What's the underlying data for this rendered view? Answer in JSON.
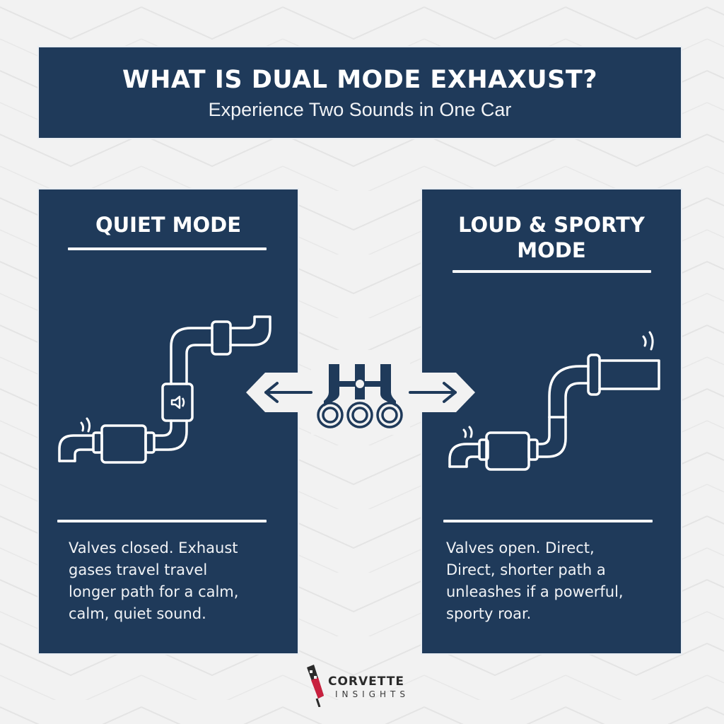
{
  "header": {
    "title": "WHAT IS DUAL MODE EXHAXUST?",
    "subtitle": "Experience Two Sounds in One Car"
  },
  "panels": [
    {
      "id": "quiet",
      "title": "QUIET MODE",
      "description": "Valves closed. Exhaust\ngases travel travel\nlonger path for a calm,\ncalm, quiet sound.",
      "icons": [
        "exhaust-pipe-icon",
        "muffler-icon",
        "speaker-icon",
        "sound-waves-icon"
      ]
    },
    {
      "id": "loud",
      "title": "LOUD & SPORTY\nMODE",
      "title_line1": "LOUD & SPORTY",
      "title_line2": "MODE",
      "description": "Valves open. Direct,\nDirect, shorter path a\nunleashes if a powerful,\nsporty roar.",
      "icons": [
        "exhaust-pipe-icon",
        "muffler-icon",
        "sound-waves-icon"
      ]
    }
  ],
  "connector": {
    "icons": [
      "arrow-left-icon",
      "engine-manifold-icon",
      "arrow-right-icon"
    ]
  },
  "logo": {
    "brand": "CORVETTE",
    "sub": "INSIGHTS"
  },
  "colors": {
    "navy": "#1f3a5a",
    "background": "#f2f2f2",
    "white": "#ffffff",
    "logo_red": "#c8213f"
  }
}
